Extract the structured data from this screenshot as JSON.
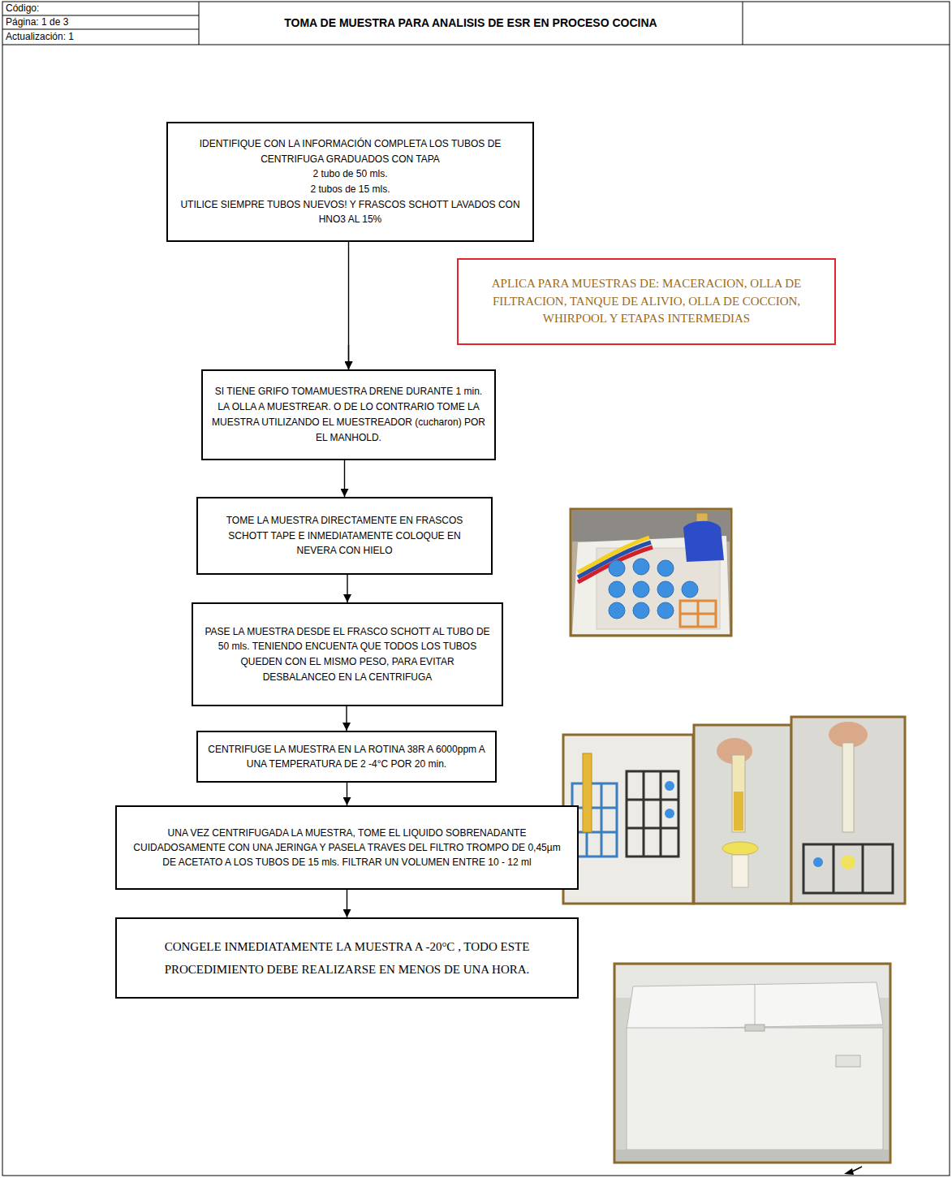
{
  "diagram": {
    "title": "TOMA DE MUESTRA PARA ANALISIS DE ESR EN PROCESO COCINA",
    "nodes": [
      {
        "text": [
          "IDENTIFIQUE CON LA INFORMACIÓN COMPLETA LOS TUBOS DE CENTRIFUGA GRADUADOS CON TAPA",
          "2 tubo de 50 mls.",
          "2 tubos de 15 mls.",
          "UTILICE SIEMPRE TUBOS NUEVOS! Y FRASCOS SCHOTT LAVADOS CON HNO3 AL 15%"
        ]
      },
      {
        "text": [
          "APLICA PARA MUESTRAS DE: MACERACION, OLLA DE FILTRACION, TANQUE DE ALIVIO, OLLA DE COCCION, WHIRPOOL Y ETAPAS INTERMEDIAS"
        ]
      },
      {
        "text": [
          "SI TIENE GRIFO TOMAMUESTRA DRENE DURANTE 1 min. LA OLLA A MUESTREAR. O DE LO CONTRARIO TOME LA MUESTRA UTILIZANDO EL MUESTREADOR (cucharon) POR EL MANHOLD."
        ]
      },
      {
        "text": [
          "TOME LA MUESTRA DIRECTAMENTE EN FRASCOS SCHOTT TAPE E INMEDIATAMENTE COLOQUE EN NEVERA CON HIELO"
        ]
      },
      {
        "text": [
          "PASE LA MUESTRA DESDE EL FRASCO SCHOTT AL TUBO DE 50 mls. TENIENDO ENCUENTA QUE TODOS LOS TUBOS QUEDEN CON EL MISMO PESO, PARA EVITAR DESBALANCEO EN LA CENTRIFUGA"
        ]
      },
      {
        "text": [
          "CENTRIFUGE LA MUESTRA EN LA ROTINA 38R A 6000ppm A UNA TEMPERATURA DE 2 -4°C POR 20 min."
        ]
      },
      {
        "text": [
          "UNA VEZ CENTRIFUGADA LA MUESTRA, TOME EL LIQUIDO SOBRENADANTE CUIDADOSAMENTE CON UNA JERINGA Y PASELA TRAVES DEL FILTRO TROMPO DE 0,45µm DE ACETATO A LOS TUBOS DE 15 mls. FILTRAR UN VOLUMEN ENTRE 10 - 12 ml"
        ]
      },
      {
        "text": [
          "CONGELE INMEDIATAMENTE LA MUESTRA A -20°C , TODO ESTE PROCEDIMIENTO DEBE REALIZARSE EN MENOS DE UNA HORA."
        ]
      }
    ],
    "edges": [
      {
        "from": 0,
        "to": 2,
        "arrow": "to"
      },
      {
        "from": 1,
        "to": 2,
        "arrow": "to"
      },
      {
        "from": 2,
        "to": 3,
        "arrow": "to"
      },
      {
        "from": 3,
        "to": 4,
        "arrow": "to"
      },
      {
        "from": 4,
        "to": 5,
        "arrow": "to"
      },
      {
        "from": 5,
        "to": 6,
        "arrow": "to"
      },
      {
        "from": 6,
        "to": 7,
        "arrow": "to"
      }
    ],
    "labels": [
      "Código:",
      "Página: 1 de 3",
      "Actualización: 1"
    ]
  }
}
